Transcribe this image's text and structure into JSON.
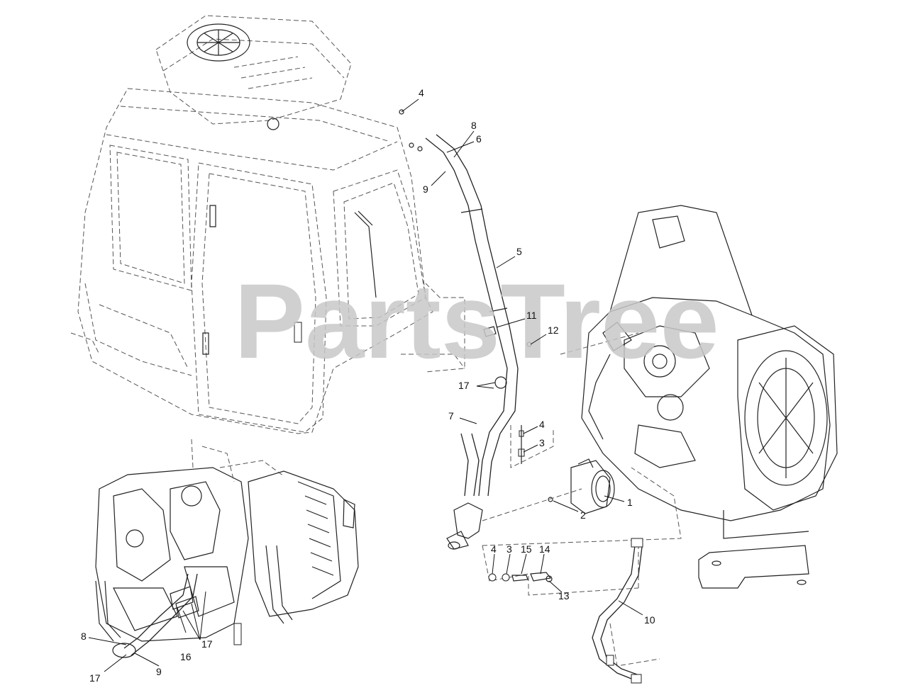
{
  "watermark": "PartsTree",
  "callouts": {
    "c1": "1",
    "c2": "2",
    "c3a": "3",
    "c3b": "3",
    "c4a": "4",
    "c4b": "4",
    "c4c": "4",
    "c5": "5",
    "c6": "6",
    "c7": "7",
    "c8a": "8",
    "c8b": "8",
    "c9a": "9",
    "c9b": "9",
    "c10": "10",
    "c11": "11",
    "c12": "12",
    "c13": "13",
    "c14": "14",
    "c15": "15",
    "c16": "16",
    "c17a": "17",
    "c17b": "17",
    "c17c": "17"
  }
}
